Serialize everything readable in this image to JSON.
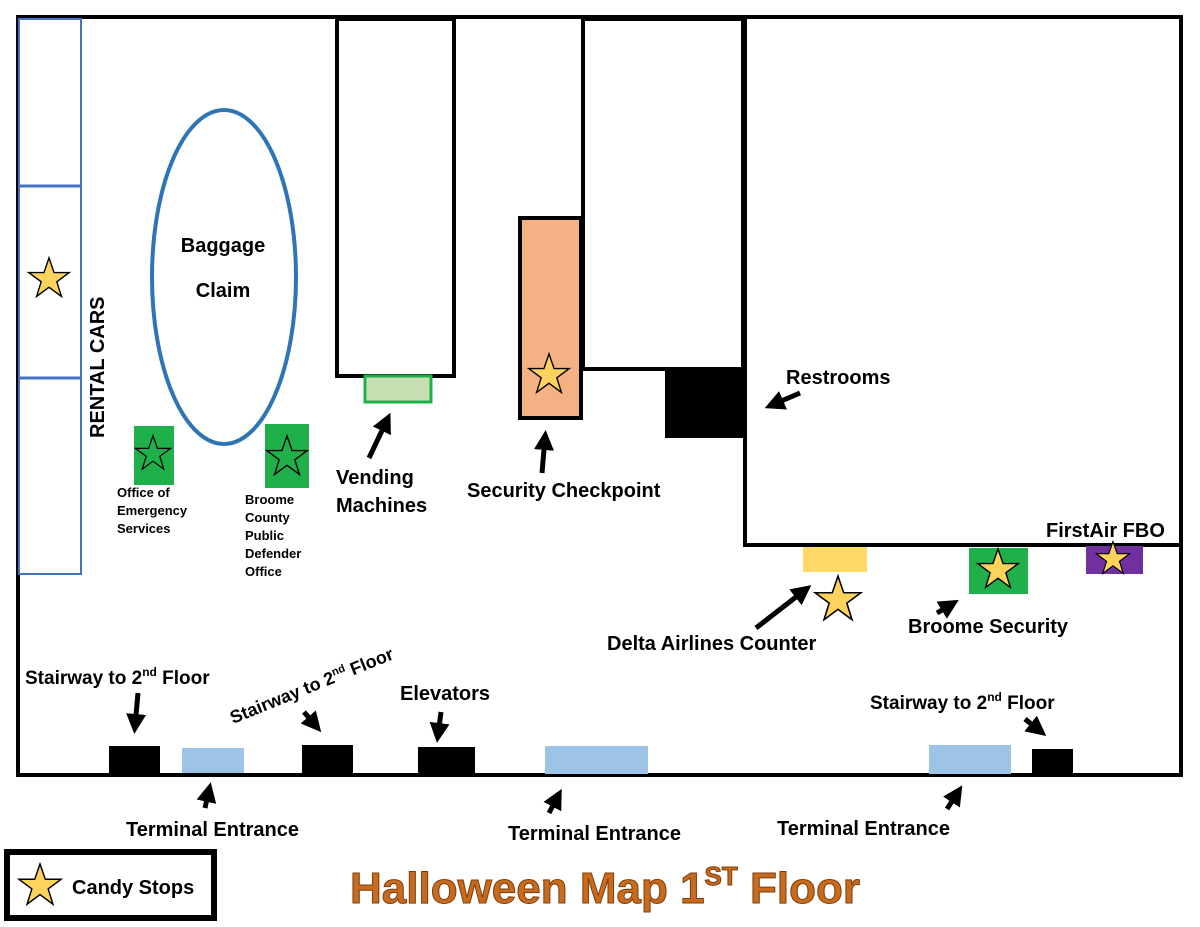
{
  "title": {
    "main": "Halloween Map 1",
    "sup": "ST",
    "rest": " Floor"
  },
  "legend": {
    "label": "Candy Stops",
    "icon": "star-icon"
  },
  "areas": {
    "rental_cars": "RENTAL CARS",
    "baggage_claim_1": "Baggage",
    "baggage_claim_2": "Claim",
    "vending_1": "Vending",
    "vending_2": "Machines",
    "security_checkpoint": "Security Checkpoint",
    "restrooms": "Restrooms",
    "firstair": "FirstAir FBO",
    "delta": "Delta Airlines Counter",
    "broome_security": "Broome Security",
    "elevators": "Elevators",
    "oes": [
      "Office of",
      "Emergency",
      "Services"
    ],
    "public_defender": [
      "Broome",
      "County",
      "Public",
      "Defender",
      "Office"
    ],
    "stairway_left": {
      "text": "Stairway to 2",
      "sup": "nd",
      "rest": " Floor"
    },
    "stairway_mid": {
      "text": "Stairway to 2",
      "sup": "nd",
      "rest": " Floor"
    },
    "stairway_right": {
      "text": "Stairway to 2",
      "sup": "nd",
      "rest": " Floor"
    },
    "terminal_entrance_1": "Terminal Entrance",
    "terminal_entrance_2": "Terminal Entrance",
    "terminal_entrance_3": "Terminal Entrance"
  },
  "colors": {
    "star": "#fdd35c",
    "green_office": "#1fb04c",
    "vending": "#c6e0b4",
    "security": "#f4b183",
    "delta": "#ffd966",
    "firstair": "#7030a0",
    "entrance": "#9dc3e6",
    "baggage_ring": "#2e75b6",
    "rental_lines": "#4472c4",
    "title": "#c86b1e"
  }
}
